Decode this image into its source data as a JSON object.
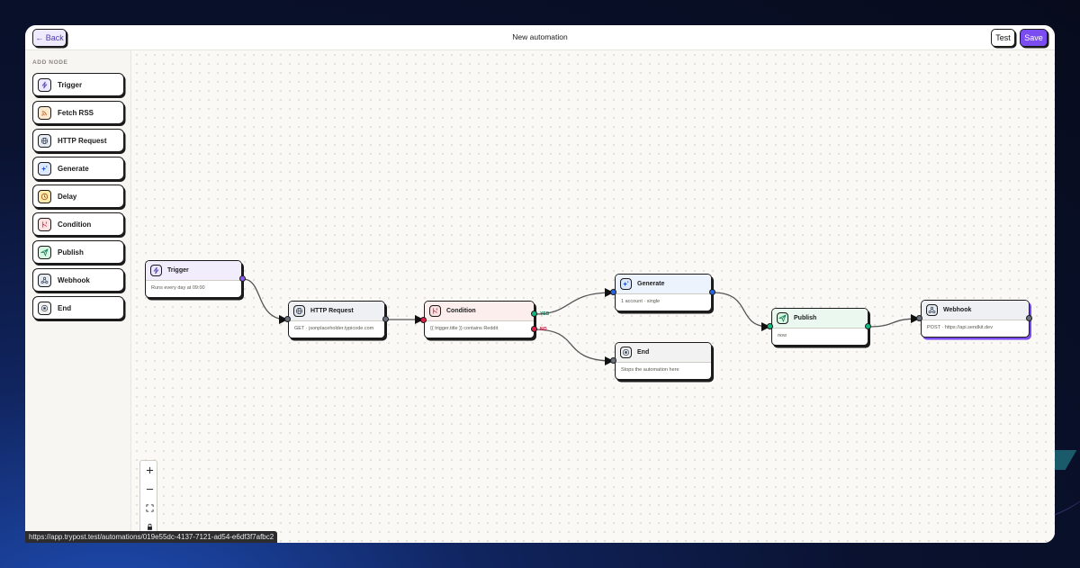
{
  "header": {
    "back_label": "← Back",
    "title": "New automation",
    "test_label": "Test",
    "save_label": "Save"
  },
  "sidebar": {
    "heading": "ADD NODE",
    "items": [
      {
        "label": "Trigger",
        "icon": "bolt-icon",
        "color": "#ede8fd"
      },
      {
        "label": "Fetch RSS",
        "icon": "rss-icon",
        "color": "#fde9cf"
      },
      {
        "label": "HTTP Request",
        "icon": "globe-icon",
        "color": "#e6eaf2"
      },
      {
        "label": "Generate",
        "icon": "sparkles-icon",
        "color": "#dbe8fd"
      },
      {
        "label": "Delay",
        "icon": "clock-icon",
        "color": "#fde9a8"
      },
      {
        "label": "Condition",
        "icon": "branch-icon",
        "color": "#fde0e0"
      },
      {
        "label": "Publish",
        "icon": "send-icon",
        "color": "#d7f5df"
      },
      {
        "label": "Webhook",
        "icon": "webhook-icon",
        "color": "#e6eaf2"
      },
      {
        "label": "End",
        "icon": "stop-icon",
        "color": "#f0f0f0"
      }
    ]
  },
  "nodes": {
    "trigger": {
      "title": "Trigger",
      "subtitle": "Runs every day at 09:00"
    },
    "http": {
      "title": "HTTP Request",
      "subtitle": "GET · jsonplaceholder.typicode.com"
    },
    "condition": {
      "title": "Condition",
      "subtitle": "{{ trigger.title }} contains Reddit",
      "yes_label": "YES",
      "no_label": "NO"
    },
    "generate": {
      "title": "Generate",
      "subtitle": "1 account · single"
    },
    "end": {
      "title": "End",
      "subtitle": "Stops the automation here"
    },
    "publish": {
      "title": "Publish",
      "subtitle": "now"
    },
    "webhook": {
      "title": "Webhook",
      "subtitle": "POST · https://api.sendkit.dev"
    }
  },
  "colors": {
    "accent": "#7b4cf0",
    "port_purple": "#8b5cf6",
    "port_gray": "#6b7280",
    "port_red": "#e11d48",
    "port_green": "#10b981",
    "port_blue": "#2563eb"
  },
  "status_url": "https://app.trypost.test/automations/019e55dc-4137-7121-ad54-e6df3f7afbc2"
}
